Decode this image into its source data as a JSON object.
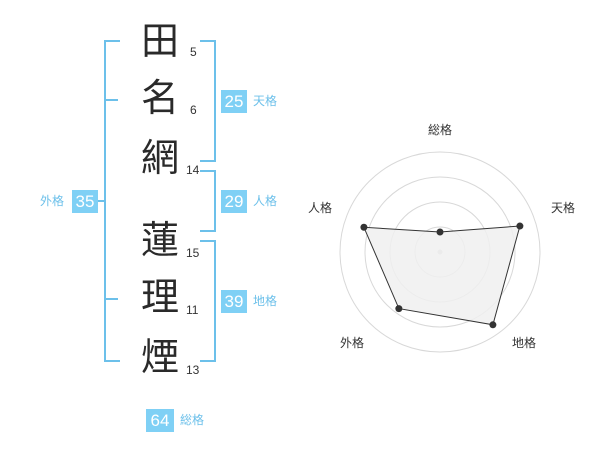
{
  "name": {
    "characters": [
      {
        "char": "田",
        "strokes": "5"
      },
      {
        "char": "名",
        "strokes": "6"
      },
      {
        "char": "網",
        "strokes": "14"
      },
      {
        "char": "蓮",
        "strokes": "15"
      },
      {
        "char": "理",
        "strokes": "11"
      },
      {
        "char": "煙",
        "strokes": "13"
      }
    ]
  },
  "scores": {
    "tenkaku": {
      "value": "25",
      "label": "天格"
    },
    "jinkaku": {
      "value": "29",
      "label": "人格"
    },
    "chikaku": {
      "value": "39",
      "label": "地格"
    },
    "gaikaku": {
      "value": "35",
      "label": "外格"
    },
    "soukaku": {
      "value": "64",
      "label": "総格"
    }
  },
  "colors": {
    "accent": "#7fd0f5",
    "bracket": "#6cc0ea",
    "radar_fill": "#f0f0f0",
    "radar_grid": "#d8d8d8",
    "radar_line": "#333333"
  },
  "chart_data": {
    "type": "radar",
    "axes": [
      "総格",
      "天格",
      "地格",
      "外格",
      "人格"
    ],
    "values": [
      0.2,
      0.84,
      0.9,
      0.7,
      0.8
    ],
    "rings": 4,
    "range": [
      0,
      1
    ]
  }
}
